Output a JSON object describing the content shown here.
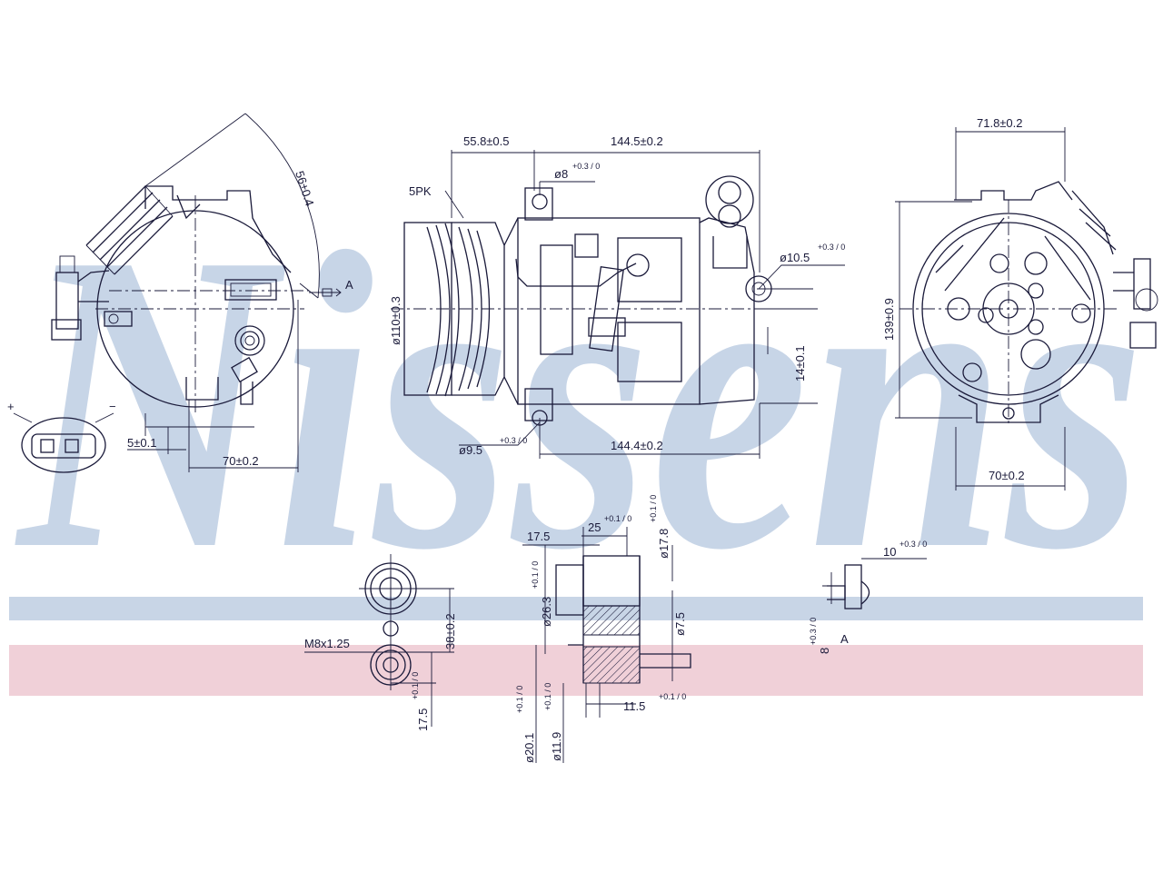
{
  "watermark": {
    "text": "Nissens",
    "letter_color": "#c5d3e6",
    "band_blue": "#c8d5e6",
    "band_red": "#f0d0d8"
  },
  "line_color": "#1a1a3a",
  "labels": {
    "left_arc": "56±0.4",
    "left_ref_a": "A",
    "left_5": "5±0.1",
    "left_70": "70±0.2",
    "plus": "+",
    "minus": "−",
    "mid_558": "55.8±0.5",
    "mid_1445": "144.5±0.2",
    "mid_phi8": "ø8",
    "mid_phi8_tol": "+0.3 / 0",
    "mid_5pk": "5PK",
    "mid_phi110": "ø110±0.3",
    "mid_phi105": "ø10.5",
    "mid_phi105_tol": "+0.3 / 0",
    "mid_14": "14±0.1",
    "mid_phi95": "ø9.5",
    "mid_phi95_tol": "+0.3 / 0",
    "mid_1444": "144.4±0.2",
    "right_718": "71.8±0.2",
    "right_139": "139±0.9",
    "right_70": "70±0.2",
    "fit_m8": "M8x1.25",
    "fit_38": "38±0.2",
    "fit_175": "17.5",
    "fit_175_tol": "+0.1 / 0",
    "sec_175": "17.5",
    "sec_25": "25",
    "sec_25_tol": "+0.1 / 0",
    "sec_phi178": "ø17.8",
    "sec_phi178_tol": "+0.1 / 0",
    "sec_phi263": "ø26.3",
    "sec_phi263_tol": "+0.1 / 0",
    "sec_phi75": "ø7.5",
    "sec_phi201": "ø20.1",
    "sec_phi201_tol": "+0.1 / 0",
    "sec_phi119": "ø11.9",
    "sec_phi119_tol": "+0.1 / 0",
    "sec_115": "11.5",
    "sec_115_tol": "+0.1 / 0",
    "detA_10": "10",
    "detA_10_tol": "+0.3 / 0",
    "detA_8": "8",
    "detA_8_tol": "+0.3 / 0",
    "detA_label": "A"
  }
}
